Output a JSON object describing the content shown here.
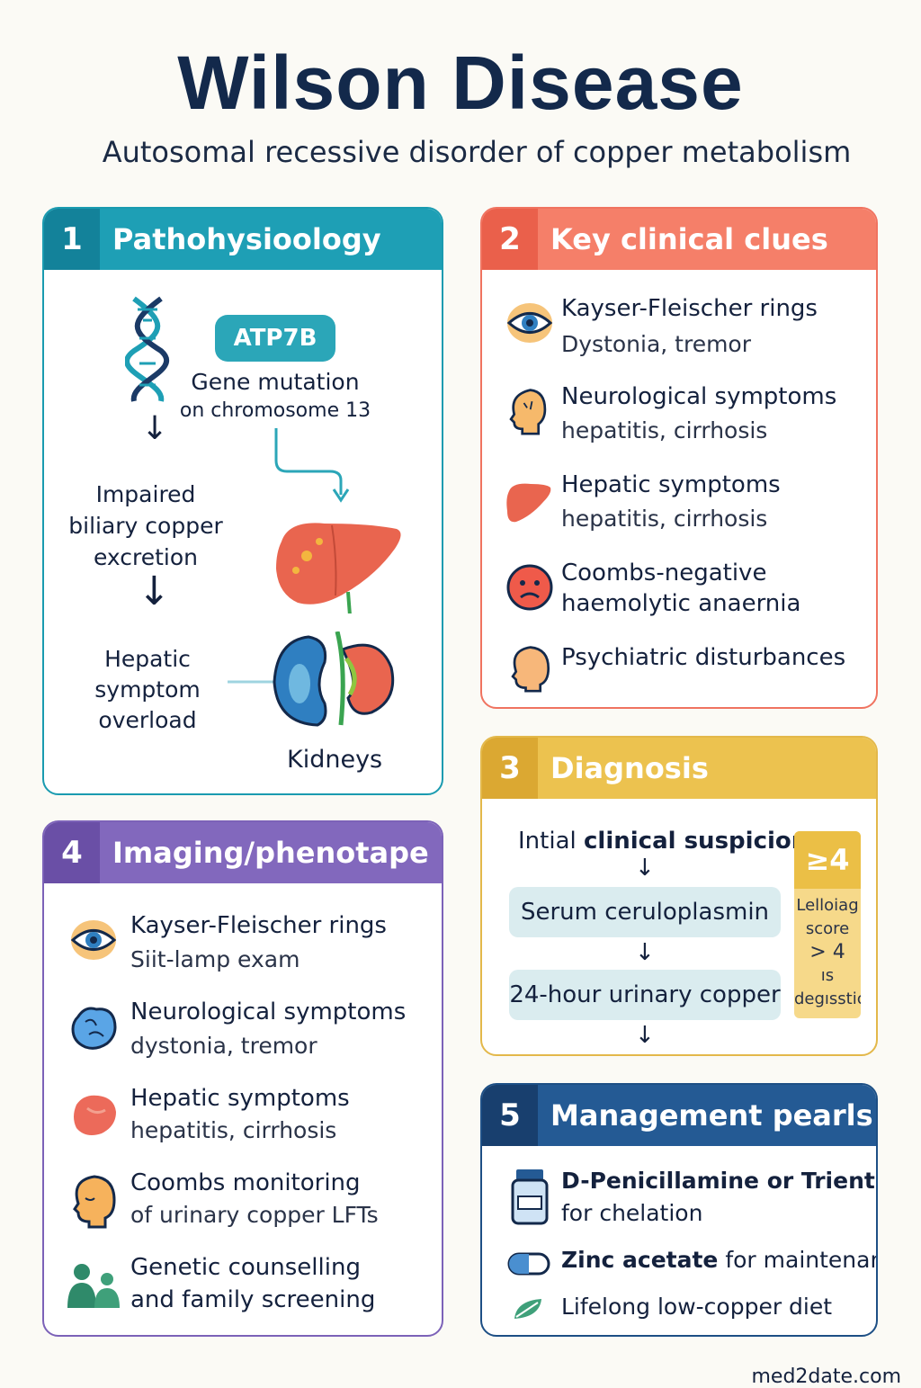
{
  "header": {
    "title": "Wilson Disease",
    "subtitle": "Autosomal recessive disorder of copper metabolism"
  },
  "pathophysiology": {
    "num": "1",
    "title": "Pathohysioology",
    "gene": "ATP7B",
    "gene_line1": "Gene mutation",
    "gene_line2": "on chromosome 13",
    "impaired_l1": "Impaired",
    "impaired_l2": "biliary copper",
    "impaired_l3": "excretion",
    "hepatic_l1": "Hepatic",
    "hepatic_l2": "symptom",
    "hepatic_l3": "overload",
    "kidneys": "Kidneys"
  },
  "clinical_clues": {
    "num": "2",
    "title": "Key clinical clues",
    "items": [
      {
        "line1": "Kayser-Fleischer rings",
        "line2": "Dystonia, tremor",
        "icon": "eye-icon"
      },
      {
        "line1": "Neurological symptoms",
        "line2": "hepatitis, cirrhosis",
        "icon": "head-icon"
      },
      {
        "line1": "Hepatic symptoms",
        "line2": "hepatitis, cirrhosis",
        "icon": "liver-icon"
      },
      {
        "line1": "Coombs-negative",
        "line2": "haemolytic anaernia",
        "icon": "sad-face-icon"
      },
      {
        "line1": "Psychiatric disturbances",
        "line2": "",
        "icon": "head-profile-icon"
      }
    ]
  },
  "diagnosis": {
    "num": "3",
    "title": "Diagnosis",
    "step1_prefix": "Intial ",
    "step1_bold": "clinical suspicion",
    "step2": "Serum ceruloplasmin",
    "step3": "24-hour urinary copper",
    "arrow": "↓",
    "score_top": "≥4",
    "score_lines": [
      "Lelloiag",
      "score",
      "> 4",
      "ıs",
      "degısstic"
    ]
  },
  "imaging": {
    "num": "4",
    "title": "Imaging/phenotape",
    "items": [
      {
        "line1": "Kayser-Fleischer rings",
        "line2": "Siit-lamp exam",
        "icon": "eye-icon"
      },
      {
        "line1": "Neurological symptoms",
        "line2": "dystonia, tremor",
        "icon": "brain-icon"
      },
      {
        "line1": "Hepatic symptoms",
        "line2": "hepatitis, cirrhosis",
        "icon": "liver-icon"
      },
      {
        "line1": "Coombs monitoring",
        "line2": "of urinary copper LFTs",
        "icon": "head-profile-icon"
      },
      {
        "line1": "Genetic counselling",
        "line2": "and family screening",
        "icon": "family-icon"
      }
    ]
  },
  "management": {
    "num": "5",
    "title": "Management pearls",
    "m1_bold": "D-Penicillamine or Trientine",
    "m1_sub": "for chelation",
    "m2_bold": "Zinc acetate",
    "m2_rest": " for maintenance",
    "m3": "Lifelong low-copper diet"
  },
  "footer": {
    "site": "med2date.com"
  }
}
